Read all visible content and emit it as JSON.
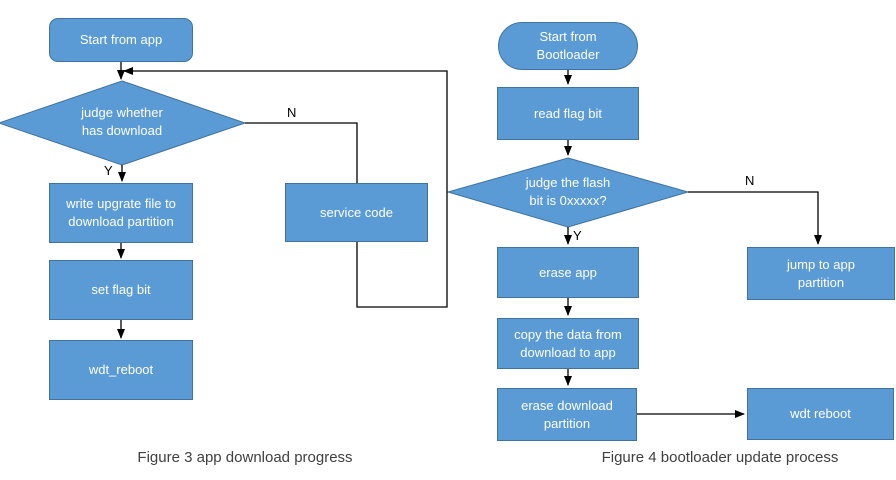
{
  "colors": {
    "node_fill": "#5b9bd5",
    "node_border": "#41719c",
    "node_text": "#ffffff",
    "connector": "#000000",
    "caption": "#3f3f3f",
    "background": "#ffffff"
  },
  "left_chart": {
    "caption": "Figure 3 app download progress",
    "branch_yes": "Y",
    "branch_no": "N",
    "nodes": {
      "start": {
        "label": "Start from app"
      },
      "judge": {
        "line1": "judge whether",
        "line2": "has download"
      },
      "write_upgrade": {
        "line1": "write upgrate file to",
        "line2": "download partition"
      },
      "set_flag": {
        "label": "set flag bit"
      },
      "wdt_reboot": {
        "label": "wdt_reboot"
      },
      "service_code": {
        "label": "service code"
      }
    }
  },
  "right_chart": {
    "caption": "Figure 4 bootloader update process",
    "branch_yes": "Y",
    "branch_no": "N",
    "nodes": {
      "start": {
        "line1": "Start from",
        "line2": "Bootloader"
      },
      "read_flag": {
        "label": "read flag bit"
      },
      "judge": {
        "line1": "judge the flash",
        "line2": "bit is 0xxxxx?"
      },
      "erase_app": {
        "label": "erase app"
      },
      "copy_data": {
        "line1": "copy the data from",
        "line2": "download to app"
      },
      "erase_download": {
        "line1": "erase download",
        "line2": "partition"
      },
      "wdt_reboot": {
        "label": "wdt reboot"
      },
      "jump_app": {
        "line1": "jump to app",
        "line2": "partition"
      }
    }
  }
}
